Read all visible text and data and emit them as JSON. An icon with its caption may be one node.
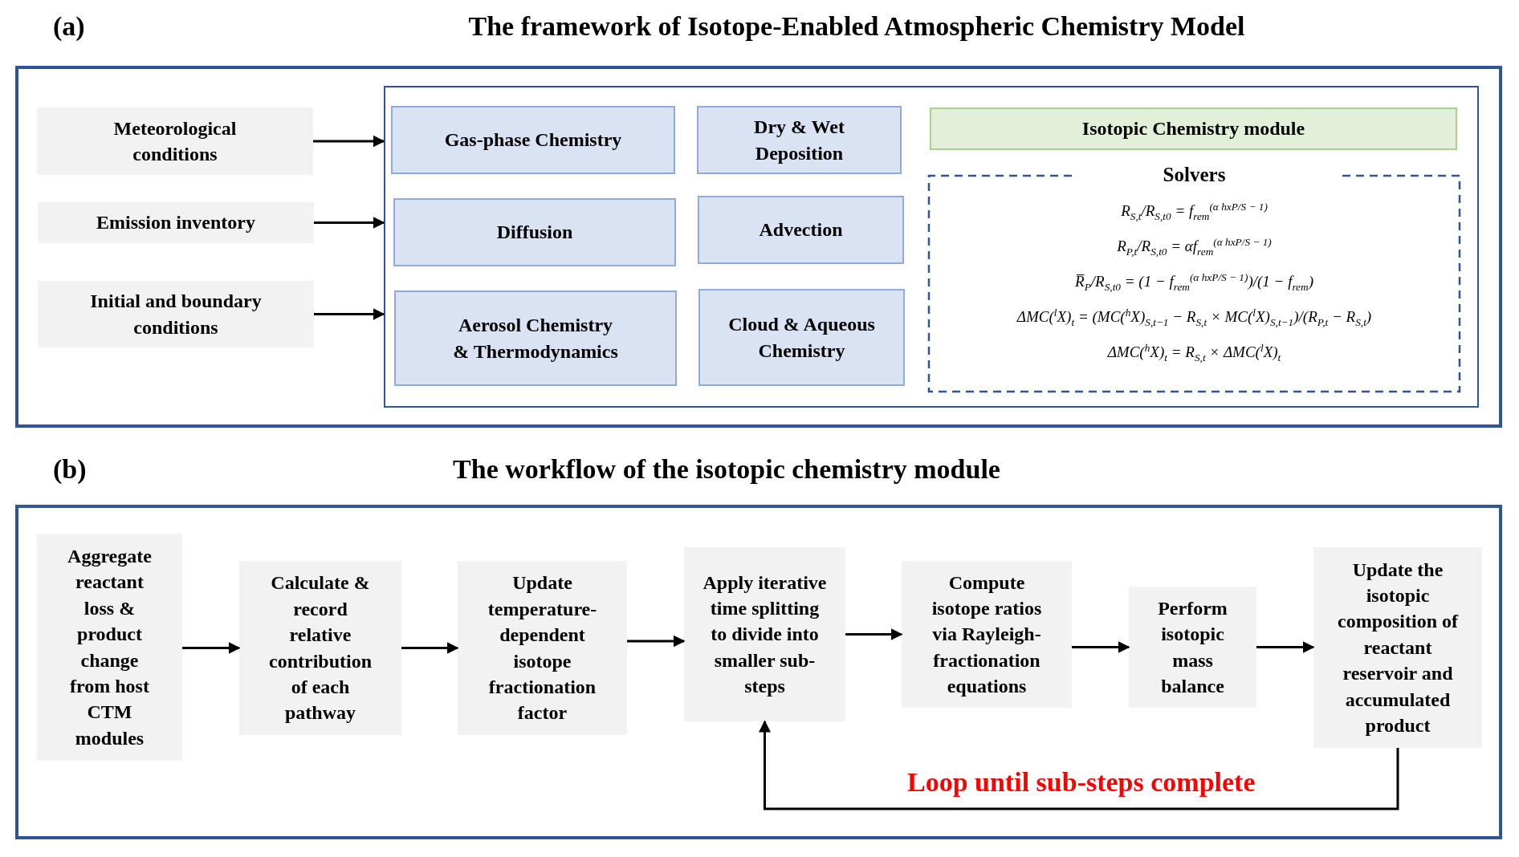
{
  "diagram": {
    "title": "The framework of Isotope-Enabled Atmospheric Chemistry Model",
    "nodes": [
      {
        "text": [
          "Meteorological conditions"
        ]
      },
      {
        "text": [
          "Emission inventory"
        ]
      },
      {
        "text": [
          "Initial and boundary conditions"
        ]
      },
      {
        "text": [],
        "shape": "box"
      },
      {
        "text": [
          "Gas-phase Chemistry"
        ],
        "in": 3
      },
      {
        "text": [
          "Dry & Wet Deposition"
        ],
        "in": 3
      },
      {
        "text": [
          "Diffusion"
        ],
        "in": 3
      },
      {
        "text": [
          "Advection"
        ],
        "in": 3
      },
      {
        "text": [
          "Aerosol Chemistry & Thermodynamics"
        ],
        "in": 3
      },
      {
        "text": [
          "Cloud & Aqueous Chemistry"
        ],
        "in": 3
      },
      {
        "text": [
          "Isotopic Chemistry module"
        ],
        "in": 3
      },
      {
        "text": [
          "Solvers",
          "R$_{S,t}$/R$_{S,t0}$ = f$_{rem}$$^{(α hxP/S − 1)}$",
          "R$_{P,t}$/R$_{S,t0}$ = αf$_{rem}$$^{(α hxP/S − 1)}$",
          "R̅$_{P}$/R$_{S,t0}$ = (1 − f$_{rem}$$^{(α hxP/S − 1)}$)/(1 − f$_{rem}$)",
          "ΔMC($^{l}$X)$_{t}$ = (MC($^{h}$X)$_{S,t−1}$ − R$_{S,t}$ × MC($^{l}$X)$_{S,t−1}$)/(R$_{P,t}$ − R$_{S,t}$)",
          "ΔMC($^{h}$X)$_{t}$ = R$_{S,t}$ × ΔMC($^{l}$X)$_{t}$"
        ],
        "in": 3
      },
      {
        "text": [
          "Aggregate reactant loss & product change from host CTM modules"
        ]
      },
      {
        "text": [
          "Calculate & record relative contribution of each pathway"
        ]
      },
      {
        "text": [
          "Update temperature-dependent isotope fractionation factor"
        ]
      },
      {
        "text": [
          "Apply iterative time splitting to divide into smaller sub-steps"
        ]
      },
      {
        "text": [
          "Compute isotope ratios via Rayleigh-fractionation equations"
        ]
      },
      {
        "text": [
          "Perform isotopic mass balance"
        ]
      },
      {
        "text": [
          "Update the isotopic composition of reactant reservoir and accumulated product"
        ]
      }
    ],
    "edges": [
      {
        "from": 0,
        "to": 3,
        "arrow": "to"
      },
      {
        "from": 1,
        "to": 3,
        "arrow": "to"
      },
      {
        "from": 2,
        "to": 3,
        "arrow": "to"
      },
      {
        "from": 12,
        "to": 13,
        "arrow": "to"
      },
      {
        "from": 13,
        "to": 14,
        "arrow": "to"
      },
      {
        "from": 14,
        "to": 15,
        "arrow": "to"
      },
      {
        "from": 15,
        "to": 16,
        "arrow": "to"
      },
      {
        "from": 16,
        "to": 17,
        "arrow": "to"
      },
      {
        "from": 17,
        "to": 18,
        "arrow": "to"
      },
      {
        "from": 18,
        "to": 15,
        "arrow": "to",
        "label": "Loop until sub-steps complete"
      }
    ],
    "labels": [
      "(a)",
      "(b)",
      "The workflow of the isotopic chemistry module"
    ]
  }
}
